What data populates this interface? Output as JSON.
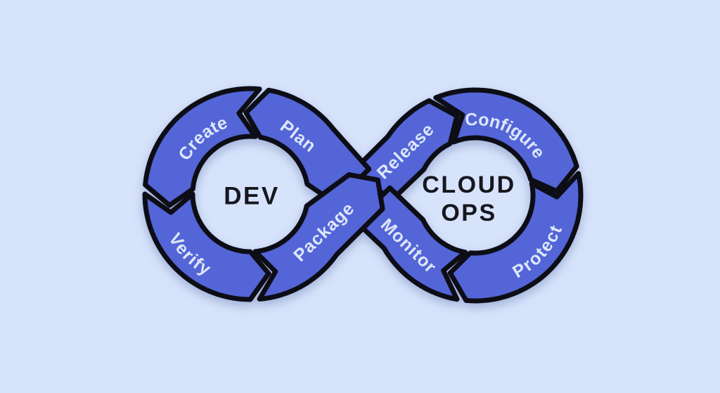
{
  "diagram": {
    "left_loop_title": "DEV",
    "right_loop_title_line1": "CLOUD",
    "right_loop_title_line2": "OPS",
    "segments": {
      "plan": "Plan",
      "create": "Create",
      "verify": "Verify",
      "package": "Package",
      "release": "Release",
      "configure": "Configure",
      "protect": "Protect",
      "monitor": "Monitor"
    },
    "flow_order": [
      "Plan",
      "Create",
      "Verify",
      "Package",
      "Release",
      "Configure",
      "Protect",
      "Monitor"
    ],
    "colors": {
      "background": "#d7e3fb",
      "ribbon": "#5365d7",
      "outline": "#0e0e16",
      "segment_label": "#dde7fb",
      "center_label": "#16161e"
    }
  }
}
